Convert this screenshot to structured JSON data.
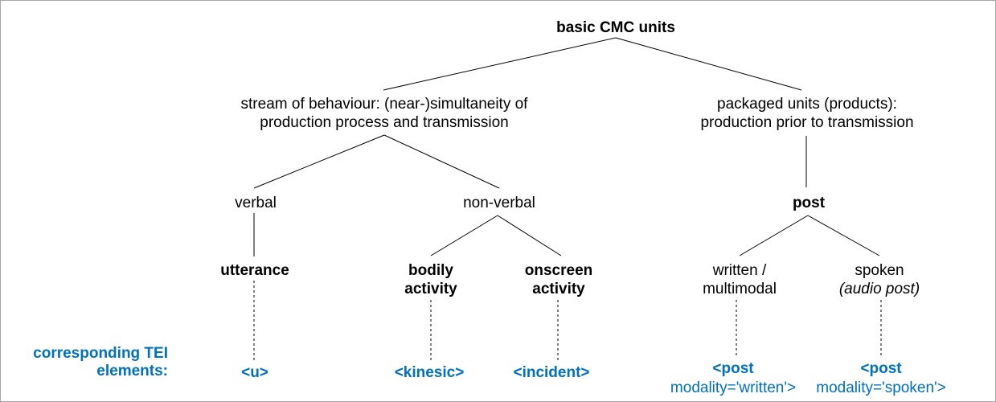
{
  "diagram": {
    "type": "tree",
    "title_node": "basic CMC units",
    "colors": {
      "text": "#000000",
      "tei_blue": "#0070C0",
      "edge": "#000000",
      "border": "#A6A6A6",
      "background": "#FFFFFF"
    },
    "nodes": {
      "root": {
        "label": "basic CMC units"
      },
      "stream_branch": {
        "line1": "stream of behaviour: (near-)simultaneity of",
        "line2": "production process and transmission"
      },
      "packaged_branch": {
        "line1": "packaged units (products):",
        "line2": "production prior to transmission"
      },
      "verbal": {
        "label": "verbal"
      },
      "non_verbal": {
        "label": "non-verbal"
      },
      "post": {
        "label": "post"
      },
      "utterance": {
        "label": "utterance"
      },
      "bodily_activity": {
        "line1": "bodily",
        "line2": "activity"
      },
      "onscreen_activity": {
        "line1": "onscreen",
        "line2": "activity"
      },
      "written_multimodal": {
        "line1": "written /",
        "line2": "multimodal"
      },
      "spoken": {
        "line1": "spoken",
        "line2_italic": "(audio post)"
      }
    },
    "edges": [
      "root - stream_branch (solid)",
      "root - packaged_branch (solid)",
      "stream_branch - verbal (solid)",
      "stream_branch - non_verbal (solid)",
      "packaged_branch - post (solid)",
      "verbal - utterance (solid)",
      "non_verbal - bodily_activity (solid)",
      "non_verbal - onscreen_activity (solid)",
      "post - written_multimodal (solid)",
      "post - spoken (solid)",
      "utterance - u (dashed)",
      "bodily_activity - kinesic (dashed)",
      "onscreen_activity - incident (dashed)",
      "written_multimodal - post_written (dashed)",
      "spoken - post_spoken (dashed)"
    ]
  },
  "tei": {
    "caption_line1": "corresponding TEI",
    "caption_line2": "elements:",
    "u": "<u>",
    "kinesic": "<kinesic>",
    "incident": "<incident>",
    "post_written_line1": "<post",
    "post_written_line2": "modality='written'>",
    "post_spoken_line1": "<post",
    "post_spoken_line2": "modality='spoken'>"
  }
}
